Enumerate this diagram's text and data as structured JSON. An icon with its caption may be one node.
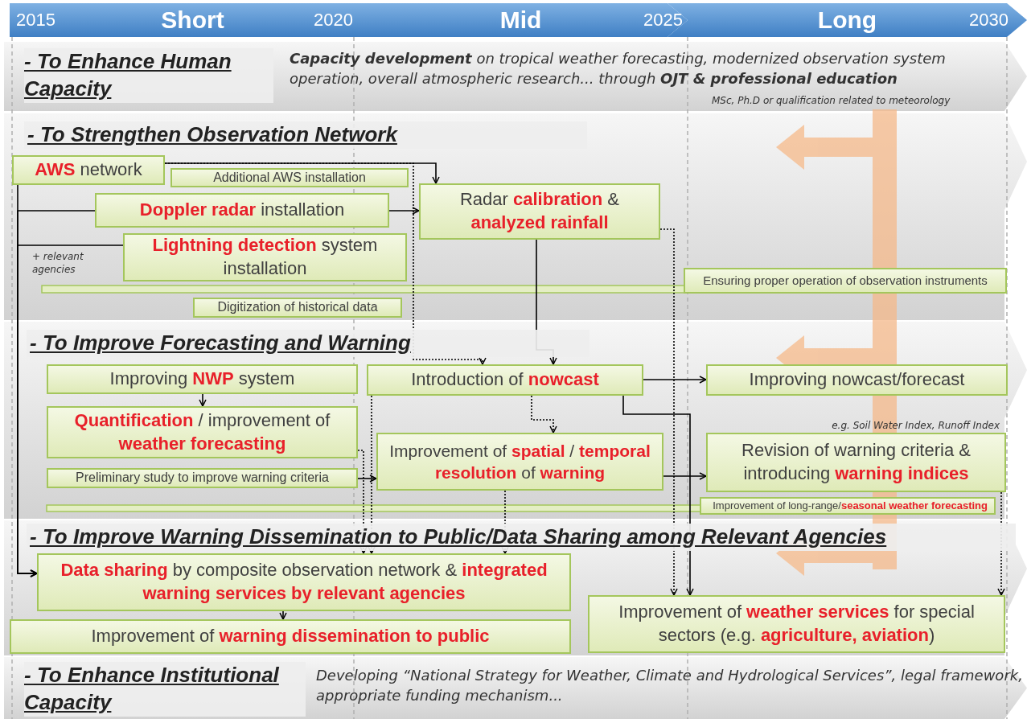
{
  "diagram": {
    "nodes": [
      {
        "text": [
          "Short"
        ]
      },
      {
        "text": [
          "Mid"
        ]
      },
      {
        "text": [
          "Long"
        ]
      },
      {
        "text": [
          "- To Enhance Human Capacity",
          "**Capacity development** on tropical weather forecasting, modernized observation system operation, overall atmospheric research... through **OJT & professional education**",
          "MSc, Ph.D or qualification related to meteorology"
        ]
      },
      {
        "text": [
          "- To Strengthen Observation Network"
        ]
      },
      {
        "text": [
          "**AWS** network"
        ],
        "in": 4
      },
      {
        "text": [
          "Additional AWS installation"
        ],
        "in": 4
      },
      {
        "text": [
          "**Doppler radar** installation"
        ],
        "in": 4
      },
      {
        "text": [
          "Radar **calibration** & **analyzed rainfall**"
        ],
        "in": 4
      },
      {
        "text": [
          "**Lightning detection** system installation"
        ],
        "in": 4
      },
      {
        "text": [
          "Ensuring proper operation of observation instruments"
        ],
        "in": 4
      },
      {
        "text": [
          "Digitization of historical data"
        ],
        "in": 4
      },
      {
        "text": [
          "- To Improve Forecasting and Warning"
        ]
      },
      {
        "text": [
          "Improving **NWP** system"
        ],
        "in": 12
      },
      {
        "text": [
          "Introduction of **nowcast**"
        ],
        "in": 12
      },
      {
        "text": [
          "Improving nowcast/forecast"
        ],
        "in": 12
      },
      {
        "text": [
          "**Quantification** / improvement of **weather forecasting**"
        ],
        "in": 12
      },
      {
        "text": [
          "Preliminary study to improve warning criteria"
        ],
        "in": 12
      },
      {
        "text": [
          "Improvement of **spatial** / **temporal resolution** of **warning**"
        ],
        "in": 12
      },
      {
        "text": [
          "Revision of warning criteria & introducing **warning indices**"
        ],
        "in": 12,
        "beside": [
          "e.g. Soil Water Index, Runoff Index"
        ]
      },
      {
        "text": [
          "Improvement of long-range/**seasonal weather forecasting**"
        ],
        "in": 12
      },
      {
        "text": [
          "- To Improve Warning Dissemination to Public/Data Sharing among Relevant Agencies"
        ]
      },
      {
        "text": [
          "**Data sharing** by composite observation network & **integrated warning services** **by relevant agencies**"
        ],
        "in": 21
      },
      {
        "text": [
          "Improvement of **warning dissemination** **to public**"
        ],
        "in": 21
      },
      {
        "text": [
          "Improvement of **weather services** for special sectors (e.g. **agriculture, aviation**)"
        ],
        "in": 21
      },
      {
        "text": [
          "- To Enhance Institutional Capacity",
          "Developing “National Strategy for Weather, Climate and Hydrological Services”, legal framework, appropriate funding mechanism..."
        ]
      },
      {
        "text": [],
        "shape": "arrow"
      }
    ],
    "edges": [
      {
        "from": 5,
        "to": 8,
        "arrow": "to"
      },
      {
        "from": 5,
        "to": 14,
        "arrow": "to",
        "style": "dashed"
      },
      {
        "from": 7,
        "to": 8,
        "arrow": "to"
      },
      {
        "from": 8,
        "to": 14,
        "arrow": "to"
      },
      {
        "from": 8,
        "to": 24,
        "arrow": "to",
        "style": "dashed"
      },
      {
        "from": 14,
        "to": 24,
        "arrow": "to"
      },
      {
        "from": 14,
        "to": 18,
        "arrow": "to",
        "style": "dashed"
      },
      {
        "from": 5,
        "to": 22,
        "arrow": "to"
      },
      {
        "from": 7,
        "to": 22,
        "arrow": "to"
      },
      {
        "from": 9,
        "to": 22,
        "arrow": "to"
      },
      {
        "from": 13,
        "to": 16,
        "arrow": "to"
      },
      {
        "from": 14,
        "to": 15,
        "arrow": "to"
      },
      {
        "from": 17,
        "to": 18,
        "arrow": "to"
      },
      {
        "from": 18,
        "to": 19,
        "arrow": "to"
      },
      {
        "from": 16,
        "to": 22,
        "arrow": "to",
        "style": "dashed"
      },
      {
        "from": 18,
        "to": 22,
        "arrow": "to",
        "style": "dashed"
      },
      {
        "from": 14,
        "to": 22,
        "arrow": "to",
        "style": "dashed"
      },
      {
        "from": 19,
        "to": 24,
        "arrow": "to",
        "style": "dashed"
      },
      {
        "from": 22,
        "to": 23,
        "arrow": "to"
      }
    ],
    "labels": [
      "2015",
      "2020",
      "2025",
      "2030",
      "+ relevant agencies"
    ]
  }
}
